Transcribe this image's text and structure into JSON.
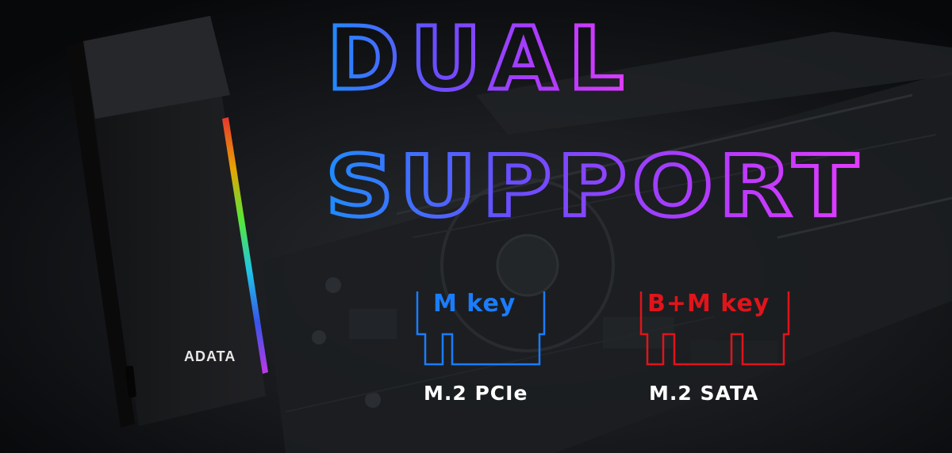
{
  "headline": {
    "line1": "DUAL",
    "line2": "SUPPORT",
    "gradient": [
      "#1e8cff",
      "#6a4dff",
      "#b03aff",
      "#e23cff"
    ]
  },
  "product": {
    "brand": "ADATA"
  },
  "interfaces": [
    {
      "key_label": "M key",
      "caption": "M.2 PCIe",
      "color": "#1a7dff"
    },
    {
      "key_label": "B+M key",
      "caption": "M.2 SATA",
      "color": "#e0141b"
    }
  ]
}
